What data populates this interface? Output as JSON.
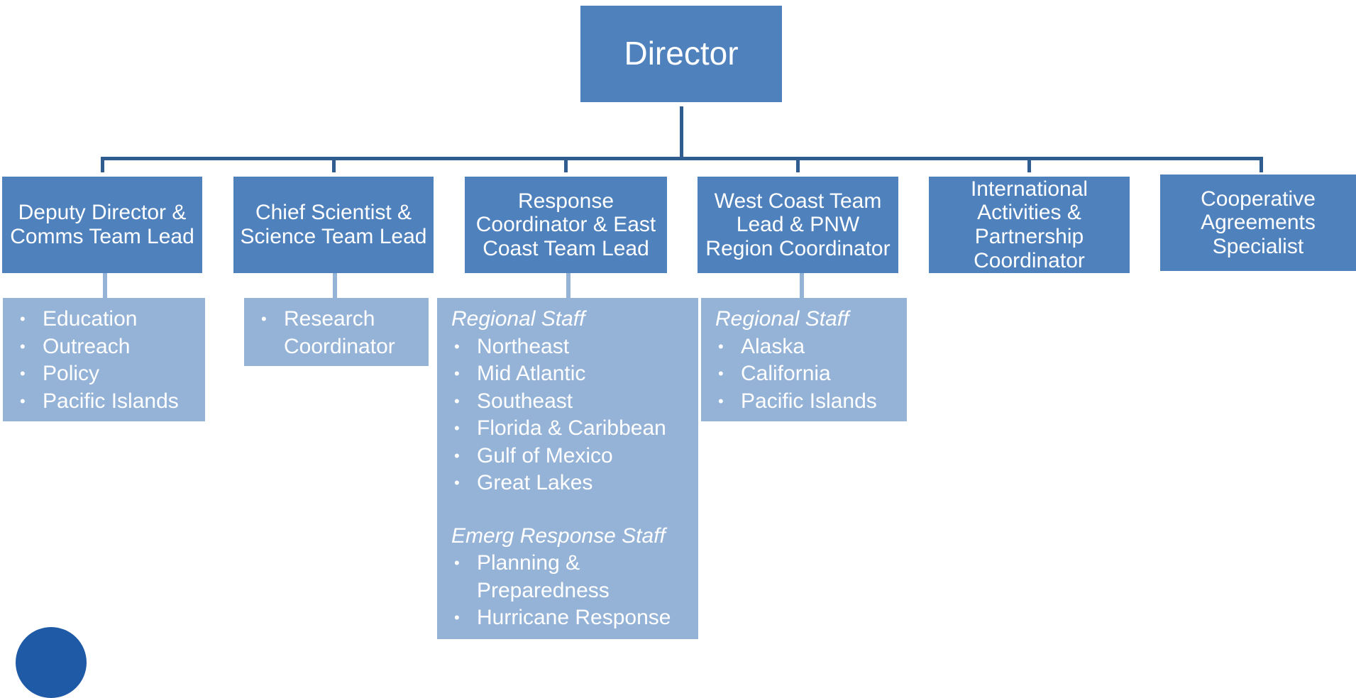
{
  "director": "Director",
  "positions": [
    {
      "title": "Deputy Director &\nComms Team Lead"
    },
    {
      "title": "Chief Scientist &\nScience Team Lead"
    },
    {
      "title": "Response\nCoordinator & East\nCoast Team Lead"
    },
    {
      "title": "West Coast Team\nLead & PNW\nRegion Coordinator"
    },
    {
      "title": "International\nActivities &\nPartnership\nCoordinator"
    },
    {
      "title": "Cooperative\nAgreements\nSpecialist"
    }
  ],
  "lists": {
    "deputy": [
      "Education",
      "Outreach",
      "Policy",
      "Pacific Islands"
    ],
    "science": [
      "Research Coordinator"
    ],
    "response": {
      "regional_heading": "Regional Staff",
      "regional": [
        "Northeast",
        "Mid Atlantic",
        "Southeast",
        "Florida & Caribbean",
        "Gulf of Mexico",
        "Great Lakes"
      ],
      "emergency_heading": "Emerg Response Staff",
      "emergency": [
        "Planning & Preparedness",
        "Hurricane Response"
      ]
    },
    "westcoast": {
      "regional_heading": "Regional Staff",
      "regional": [
        "Alaska",
        "California",
        "Pacific Islands"
      ]
    }
  },
  "bullet": "•",
  "colors": {
    "box": "#4f81bd",
    "list": "#95b3d7",
    "connector": "#2f5d8f"
  }
}
